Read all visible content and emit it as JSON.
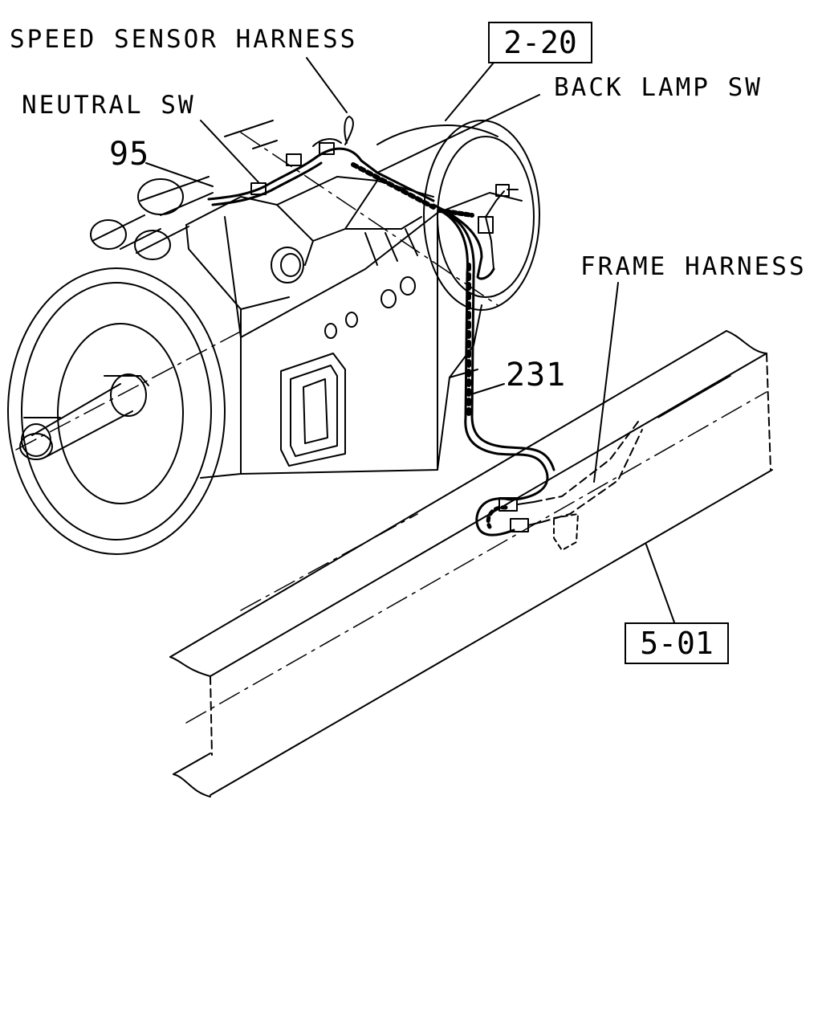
{
  "labels": {
    "speed_sensor_harness": "SPEED SENSOR HARNESS",
    "neutral_sw": "NEUTRAL SW",
    "back_lamp_sw": "BACK LAMP SW",
    "frame_harness": "FRAME HARNESS",
    "part_95": "95",
    "part_231": "231"
  },
  "references": {
    "transmission_ref": "2-20",
    "frame_ref": "5-01"
  },
  "colors": {
    "ink": "#000000",
    "paper": "#ffffff"
  }
}
